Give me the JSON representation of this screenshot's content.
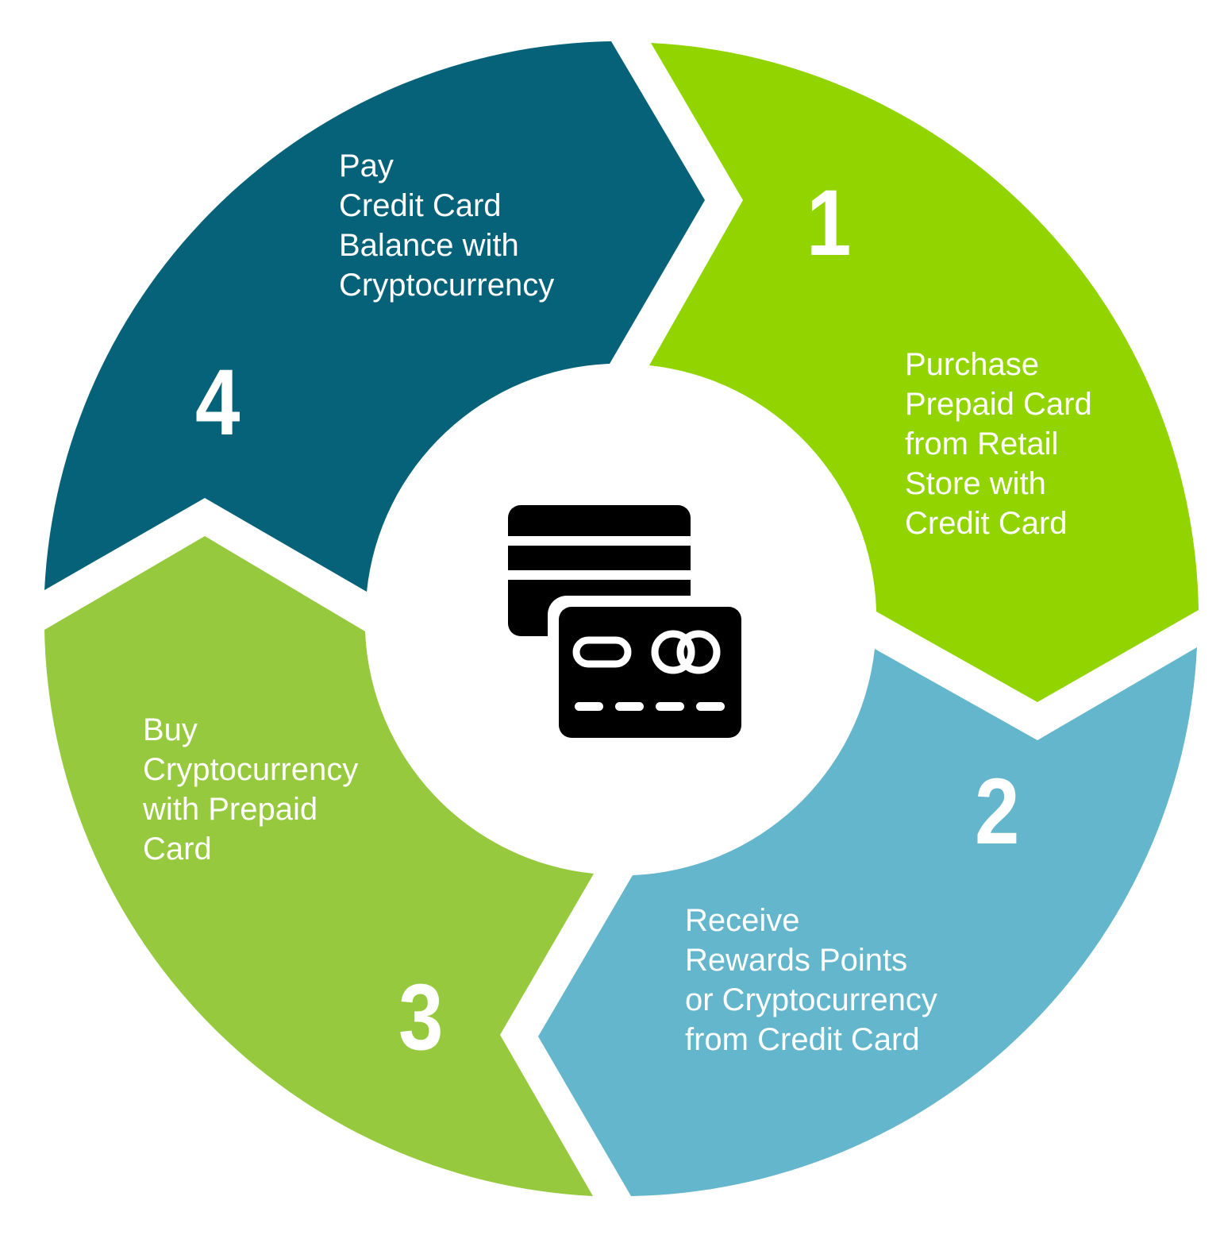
{
  "diagram": {
    "type": "cycle",
    "colors": {
      "step1": "#92d400",
      "step2": "#63b6cb",
      "step3": "#96c93d",
      "step4": "#066278",
      "text": "#ffffff",
      "icon": "#000000"
    },
    "center_icon": "credit-cards-icon",
    "steps": [
      {
        "number": "1",
        "lines": [
          "Purchase",
          "Prepaid Card",
          "from Retail",
          "Store with",
          "Credit Card"
        ]
      },
      {
        "number": "2",
        "lines": [
          "Receive",
          "Rewards Points",
          "or Cryptocurrency",
          "from Credit Card"
        ]
      },
      {
        "number": "3",
        "lines": [
          "Buy",
          "Cryptocurrency",
          "with Prepaid",
          "Card"
        ]
      },
      {
        "number": "4",
        "lines": [
          "Pay",
          "Credit Card",
          "Balance with",
          "Cryptocurrency"
        ]
      }
    ]
  }
}
